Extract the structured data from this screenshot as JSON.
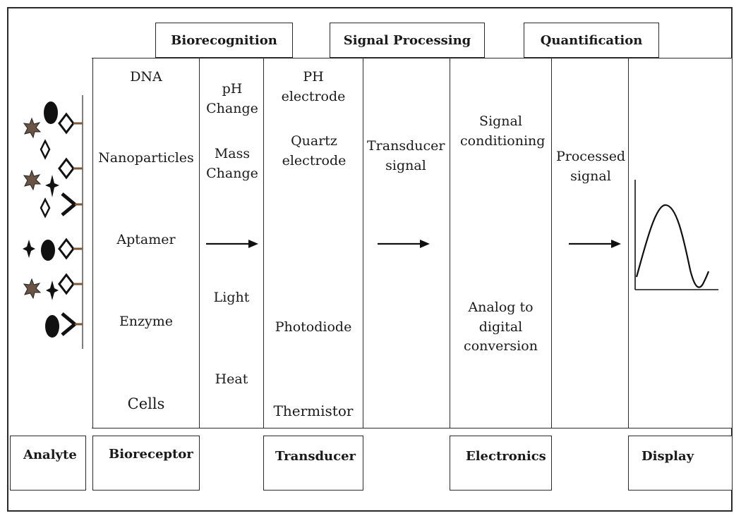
{
  "top_headers": {
    "biorecognition": "Biorecognition",
    "signal_processing": "Signal Processing",
    "quantification": "Quantification"
  },
  "bioreceptor": {
    "items": [
      "DNA",
      "Nanoparticles",
      "Aptamer",
      "Enzyme",
      "Cells"
    ]
  },
  "biorecognition_signals": {
    "ph_change": "pH Change",
    "mass_change": "Mass Change",
    "light": "Light",
    "heat": "Heat"
  },
  "transducer": {
    "ph_electrode": "PH electrode",
    "quartz_electrode": "Quartz electrode",
    "photodiode": "Photodiode",
    "thermistor": "Thermistor"
  },
  "transducer_signal": "Transducer signal",
  "electronics": {
    "signal_conditioning": "Signal conditioning",
    "adc": "Analog to digital conversion"
  },
  "processed_signal": "Processed signal",
  "bottom_labels": {
    "analyte": "Analyte",
    "bioreceptor": "Bioreceptor",
    "transducer": "Transducer",
    "electronics": "Electronics",
    "display": "Display"
  },
  "colors": {
    "line": "#2a2a2a",
    "analyte_star": "#6b5444",
    "analyte_dark": "#111111"
  }
}
